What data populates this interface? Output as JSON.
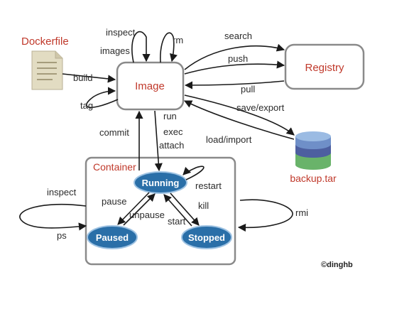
{
  "nodes": {
    "dockerfile": "Dockerfile",
    "image": "Image",
    "registry": "Registry",
    "backup": "backup.tar",
    "container": "Container",
    "running": "Running",
    "paused": "Paused",
    "stopped": "Stopped"
  },
  "edges": {
    "inspect_images": "inspect",
    "images": "images",
    "rm": "rm",
    "build": "build",
    "tag": "tag",
    "search": "search",
    "push": "push",
    "pull": "pull",
    "save_export": "save/export",
    "load_import": "load/import",
    "commit": "commit",
    "run": "run",
    "exec": "exec",
    "attach": "attach",
    "restart": "restart",
    "pause": "pause",
    "unpause": "unpause",
    "kill": "kill",
    "start": "start",
    "inspect_container": "inspect",
    "ps": "ps",
    "rmi": "rmi"
  },
  "credit": "©dinghb",
  "colors": {
    "accent_red": "#c0392b",
    "state_fill": "#2a6fa8",
    "box_stroke": "#8a8a8a",
    "db_top": "#7fa7d6",
    "db_mid": "#5f7fb8",
    "db_green": "#69b36a"
  }
}
